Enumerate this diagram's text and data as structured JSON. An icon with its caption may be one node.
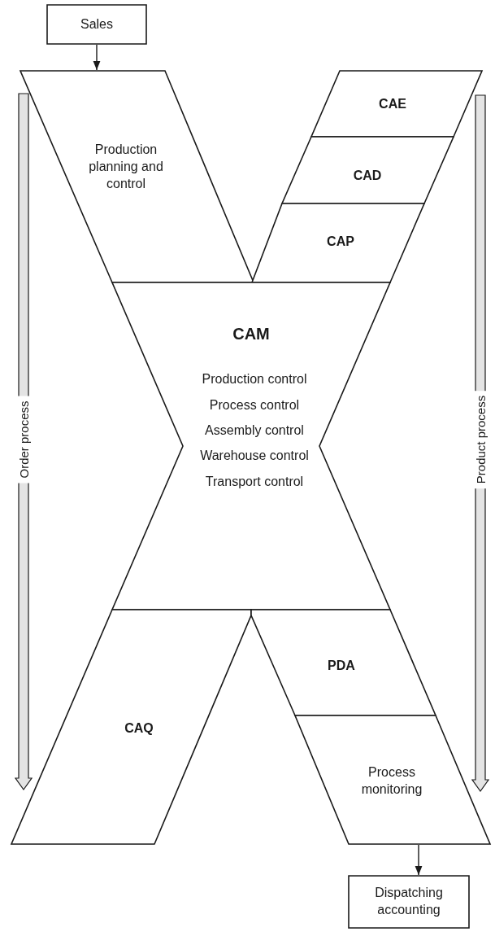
{
  "diagram": {
    "nodes": [
      {
        "text": [
          "Sales"
        ]
      },
      {
        "text": [
          "Production planning and control"
        ]
      },
      {
        "text": [
          "CAE"
        ]
      },
      {
        "text": [
          "CAD"
        ]
      },
      {
        "text": [
          "CAP"
        ]
      },
      {
        "text": [
          "CAM",
          "Production control",
          "Process control",
          "Assembly control",
          "Warehouse control",
          "Transport control"
        ]
      },
      {
        "text": [
          "CAQ"
        ]
      },
      {
        "text": [
          "PDA"
        ]
      },
      {
        "text": [
          "Process monitoring"
        ]
      },
      {
        "text": [
          "Dispatching accounting"
        ]
      }
    ],
    "edges": [
      {
        "from": 0,
        "to": 1,
        "arrow": "to"
      },
      {
        "from": 8,
        "to": 9,
        "arrow": "to"
      }
    ],
    "labels": [
      "Order process",
      "Product process"
    ]
  }
}
